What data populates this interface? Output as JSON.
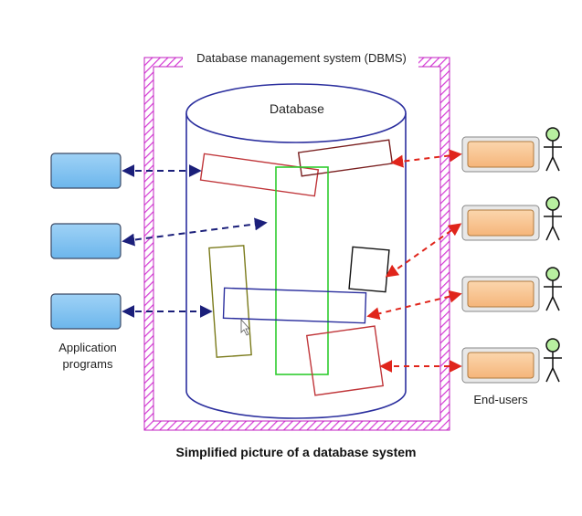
{
  "dbms_label": "Database management system (DBMS)",
  "database_label": "Database",
  "app_programs_label": [
    "Application",
    "programs"
  ],
  "end_users_label": "End-users",
  "caption": "Simplified picture of a database system",
  "colors": {
    "dbms_border": "#d63bd6",
    "cylinder": "#2b2f9e",
    "app_box_fill": "#7ec1f0",
    "user_box_fill": "#f8c591",
    "app_arrow": "#1b1f7a",
    "user_arrow": "#e0251b"
  },
  "icons": [
    "application-box",
    "end-user-terminal",
    "stick-figure-user"
  ]
}
